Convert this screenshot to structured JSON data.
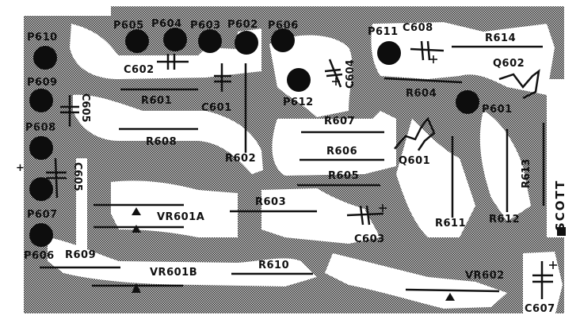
{
  "brand": "SCOTT",
  "pads": [
    {
      "id": "p605",
      "label": "P605"
    },
    {
      "id": "p604",
      "label": "P604"
    },
    {
      "id": "p603",
      "label": "P603"
    },
    {
      "id": "p602",
      "label": "P602"
    },
    {
      "id": "p606-top",
      "label": "P606"
    },
    {
      "id": "p610",
      "label": "P610"
    },
    {
      "id": "p609",
      "label": "P609"
    },
    {
      "id": "p608",
      "label": "P608"
    },
    {
      "id": "p607",
      "label": "P607"
    },
    {
      "id": "p606-bottom",
      "label": "P606"
    },
    {
      "id": "p611",
      "label": "P611"
    },
    {
      "id": "p612",
      "label": "P612"
    },
    {
      "id": "p601",
      "label": "P601"
    }
  ],
  "resistors": [
    {
      "id": "r601",
      "label": "R601"
    },
    {
      "id": "r602",
      "label": "R602"
    },
    {
      "id": "r603",
      "label": "R603"
    },
    {
      "id": "r604",
      "label": "R604"
    },
    {
      "id": "r605",
      "label": "R605"
    },
    {
      "id": "r606",
      "label": "R606"
    },
    {
      "id": "r607",
      "label": "R607"
    },
    {
      "id": "r608",
      "label": "R608"
    },
    {
      "id": "r609",
      "label": "R609"
    },
    {
      "id": "r610",
      "label": "R610"
    },
    {
      "id": "r611",
      "label": "R611"
    },
    {
      "id": "r612",
      "label": "R612"
    },
    {
      "id": "r613",
      "label": "R613"
    },
    {
      "id": "r614",
      "label": "R614"
    }
  ],
  "capacitors": [
    {
      "id": "c601",
      "label": "C601"
    },
    {
      "id": "c602",
      "label": "C602"
    },
    {
      "id": "c603",
      "label": "C603"
    },
    {
      "id": "c604",
      "label": "C604"
    },
    {
      "id": "c605-left",
      "label": "C605"
    },
    {
      "id": "c605-lower",
      "label": "C605"
    },
    {
      "id": "c607",
      "label": "C607"
    },
    {
      "id": "c608",
      "label": "C608"
    }
  ],
  "transistors": [
    {
      "id": "q601",
      "label": "Q601"
    },
    {
      "id": "q602",
      "label": "Q602"
    }
  ],
  "variable_resistors": [
    {
      "id": "vr601a",
      "label": "VR601A"
    },
    {
      "id": "vr601b",
      "label": "VR601B"
    },
    {
      "id": "vr602",
      "label": "VR602"
    }
  ]
}
